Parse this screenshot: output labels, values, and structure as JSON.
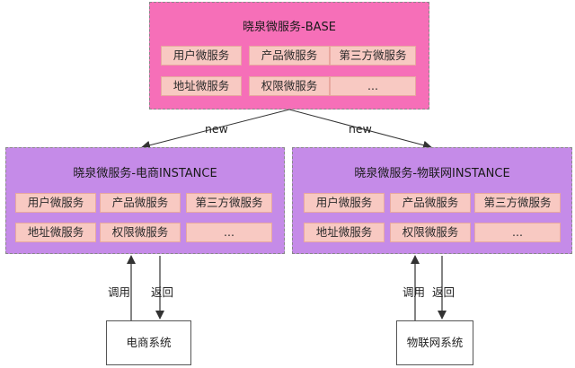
{
  "base": {
    "title": "晓泉微服务-BASE",
    "chips": [
      "用户微服务",
      "产品微服务",
      "第三方微服务",
      "地址微服务",
      "权限微服务",
      "..."
    ]
  },
  "instances": [
    {
      "title": "晓泉微服务-电商INSTANCE",
      "chips": [
        "用户微服务",
        "产品微服务",
        "第三方微服务",
        "地址微服务",
        "权限微服务",
        "..."
      ],
      "system": "电商系统",
      "call_label": "调用",
      "return_label": "返回"
    },
    {
      "title": "晓泉微服务-物联网INSTANCE",
      "chips": [
        "用户微服务",
        "产品微服务",
        "第三方微服务",
        "地址微服务",
        "权限微服务",
        "..."
      ],
      "system": "物联网系统",
      "call_label": "调用",
      "return_label": "返回"
    }
  ],
  "edges": {
    "left_label": "new",
    "right_label": "new"
  },
  "colors": {
    "base_fill": "#f66fb8",
    "instance_fill": "#c58be8",
    "chip_fill": "#f8c9c2"
  }
}
